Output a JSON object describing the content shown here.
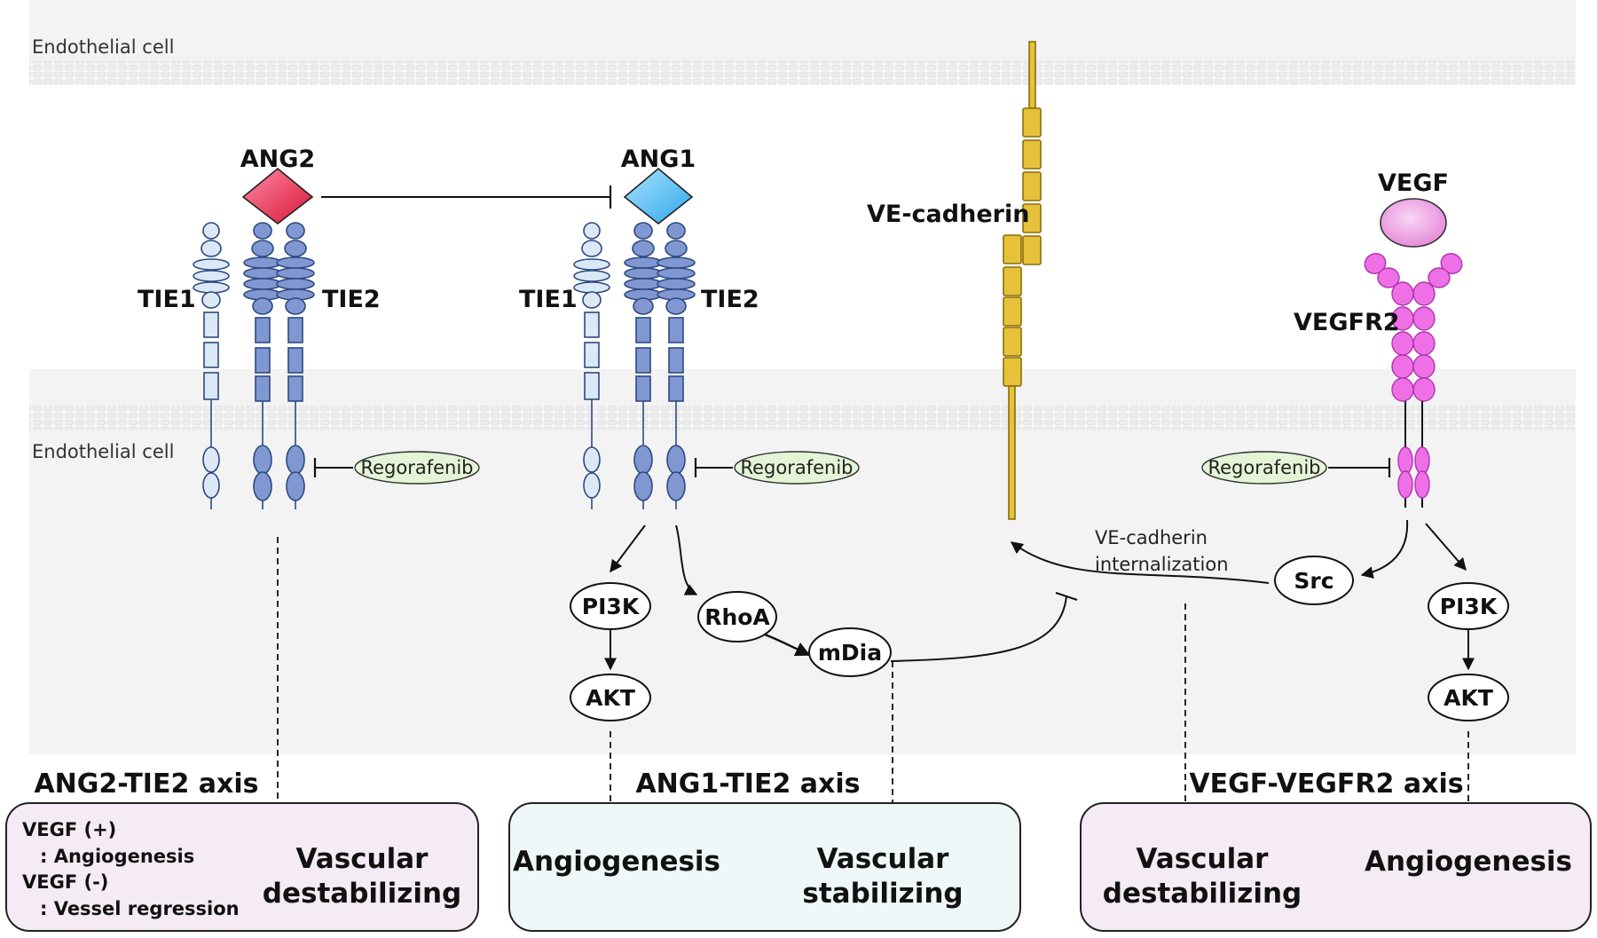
{
  "membrane": {
    "top_label": "Endothelial cell",
    "bottom_label": "Endothelial cell"
  },
  "ligands": {
    "ang2": "ANG2",
    "ang1": "ANG1",
    "vegf": "VEGF"
  },
  "receptors": {
    "tie1_left": "TIE1",
    "tie2_left": "TIE2",
    "tie1_mid": "TIE1",
    "tie2_mid": "TIE2",
    "vegfr2": "VEGFR2",
    "ve_cadherin": "VE-cadherin"
  },
  "drugs": {
    "regorafenib_1": "Regorafenib",
    "regorafenib_2": "Regorafenib",
    "regorafenib_3": "Regorafenib"
  },
  "nodes": {
    "pi3k_1": "PI3K",
    "akt_1": "AKT",
    "rhoa": "RhoA",
    "mdia": "mDia",
    "src": "Src",
    "pi3k_2": "PI3K",
    "akt_2": "AKT"
  },
  "annotations": {
    "internalization_line1": "VE-cadherin",
    "internalization_line2": "internalization"
  },
  "axes": {
    "ang2_tie2": {
      "title": "ANG2-TIE2 axis",
      "vegf_plus": "VEGF (+)",
      "vegf_plus_effect": ": Angiogenesis",
      "vegf_minus": "VEGF (-)",
      "vegf_minus_effect": ": Vessel regression",
      "outcome_line1": "Vascular",
      "outcome_line2": "destabilizing"
    },
    "ang1_tie2": {
      "title": "ANG1-TIE2 axis",
      "outcome_a": "Angiogenesis",
      "outcome_b_line1": "Vascular",
      "outcome_b_line2": "stabilizing"
    },
    "vegf_vegfr2": {
      "title": "VEGF-VEGFR2 axis",
      "outcome_a_line1": "Vascular",
      "outcome_a_line2": "destabilizing",
      "outcome_b": "Angiogenesis"
    }
  },
  "colors": {
    "ang2": "#e8294a",
    "ang1": "#55bdf2",
    "tie1": "#dbe8f5",
    "tie2": "#8097d2",
    "ve_cadherin": "#e6c23a",
    "vegfr2": "#ee6fe6",
    "vegf": "#eea0e6",
    "regorafenib": "#e4f4d6",
    "box_pink": "#f5ebf4",
    "box_blue": "#eef8f9",
    "cytoplasm": "#f3f3f3"
  }
}
